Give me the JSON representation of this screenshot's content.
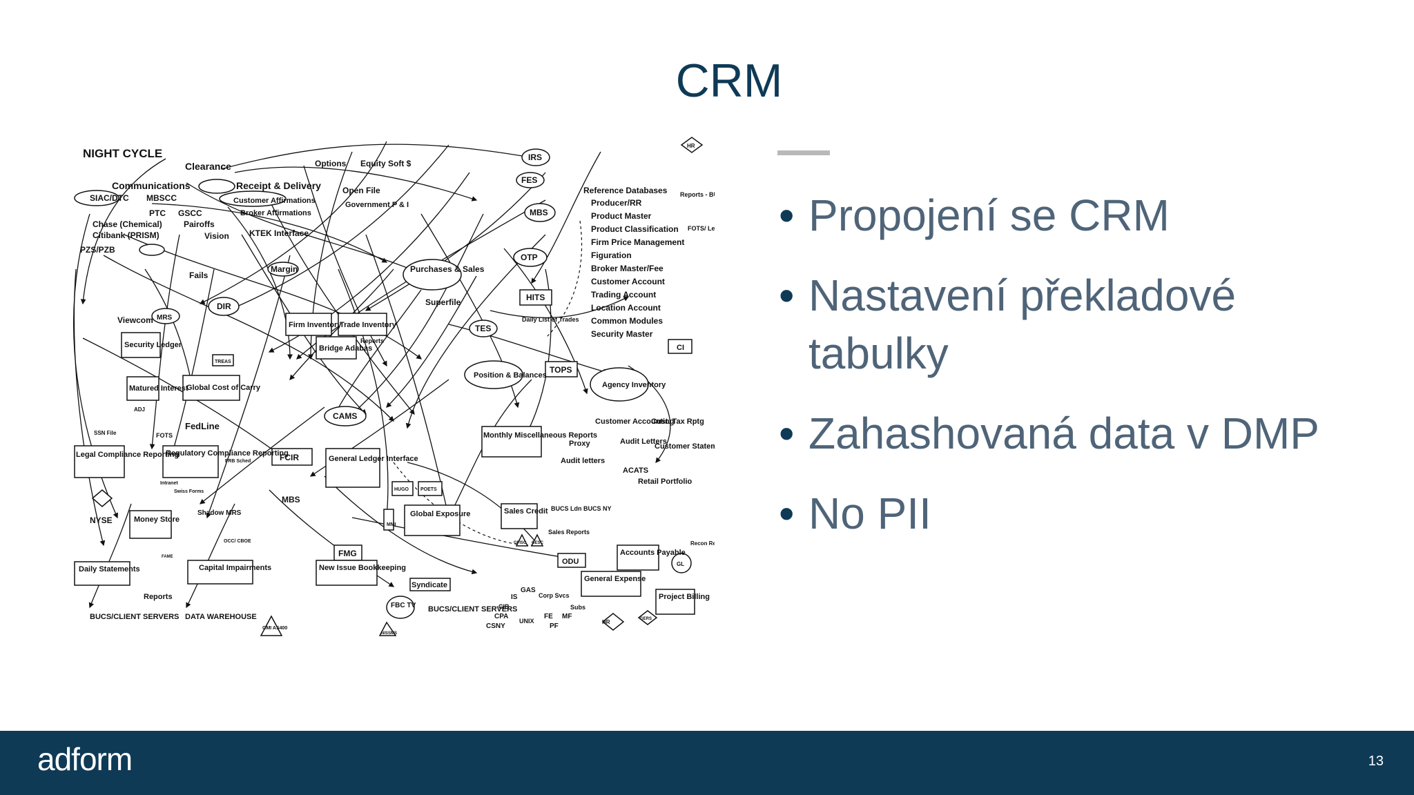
{
  "slide": {
    "title": "CRM",
    "page_number": "13"
  },
  "bullets": [
    "Propojení se CRM",
    "Nastavení překladové tabulky",
    "Zahashovaná data v DMP",
    "No PII"
  ],
  "footer": {
    "logo": "adform"
  },
  "diagram": {
    "labels": {
      "night_cycle": "NIGHT CYCLE",
      "clearance": "Clearance",
      "communications": "Communications",
      "receipt_delivery": "Receipt & Delivery",
      "customer_affirmations": "Customer Affirmations",
      "broker_affirmations": "Broker Affirmations",
      "siac_dtc": "SIAC/DTC",
      "mbscc": "MBSCC",
      "ptc": "PTC",
      "gscc": "GSCC",
      "chase": "Chase (Chemical)",
      "pairoffs": "Pairoffs",
      "citibank": "Citibank (PRISM)",
      "vision": "Vision",
      "ktek": "KTEK Interface",
      "pzs_pzb": "PZS/PZB",
      "options": "Options",
      "equity_soft": "Equity Soft $",
      "irs": "IRS",
      "fes": "FES",
      "mbs": "MBS",
      "otp": "OTP",
      "hits": "HITS",
      "open_file": "Open File",
      "government_pi": "Government P & I",
      "reference_databases": "Reference Databases",
      "producer_rr": "Producer/RR",
      "product_master": "Product Master",
      "product_classification": "Product Classification",
      "firm_price_management": "Firm Price Management",
      "figuration": "Figuration",
      "broker_master_fee": "Broker Master/Fee",
      "customer_account": "Customer Account",
      "trading_account": "Trading Account",
      "location_account": "Location Account",
      "common_modules": "Common Modules",
      "security_master": "Security Master",
      "reports_bucs": "Reports - BUCS",
      "fots_legal": "FOTS/ Legal",
      "hr": "HR",
      "ci": "CI",
      "fails": "Fails",
      "margin": "Margin",
      "purchases_sales": "Purchases & Sales",
      "superfile": "Superfile",
      "dir": "DIR",
      "viewcom": "Viewcom",
      "mrs": "MRS",
      "firm_inventory": "Firm Inventory",
      "trade_inventory": "Trade Inventory",
      "reports": "Reports",
      "bridge_adabas": "Bridge Adabas",
      "tes": "TES",
      "daily_list_of_trades": "Daily List of Trades",
      "security_ledger": "Security Ledger",
      "treas": "TREAS",
      "matured_interest": "Matured Interest",
      "global_cost_of_carry": "Global Cost of Carry",
      "position_balances": "Position & Balances",
      "tops": "TOPS",
      "agency_inventory": "Agency Inventory",
      "cams": "CAMS",
      "adj": "ADJ",
      "fots": "FOTS",
      "fedline": "FedLine",
      "ssn_file": "SSN File",
      "legal_compliance_reporting": "Legal Compliance Reporting",
      "regulatory_compliance_reporting": "Regulatory Compliance Reporting",
      "frb_sched": "FRB Sched",
      "intranet": "Intranet",
      "swiss_forms": "Swiss Forms",
      "fcir": "FCIR",
      "general_ledger_interface": "General Ledger Interface",
      "monthly_misc_reports": "Monthly Miscellaneous Reports",
      "customer_accounting": "Customer Accounting",
      "cust_tax_rptg": "Cust. Tax Rptg",
      "proxy": "Proxy",
      "audit_letters_1": "Audit Letters",
      "customer_statements": "Customer Statements",
      "audit_letters_2": "Audit letters",
      "acats": "ACATS",
      "retail_portfolio": "Retail Portfolio",
      "hugo": "HUGO",
      "poets": "POETS",
      "nyse": "NYSE",
      "money_store": "Money Store",
      "shadow_mrs": "Shadow MRS",
      "global_exposure": "Global Exposure",
      "sales_credit": "Sales Credit",
      "bucs_ldn_ny": "BUCS Ldn BUCS NY",
      "sales_reports": "Sales Reports",
      "gfisc": "GFISC",
      "gesc": "GESC",
      "fmg": "FMG",
      "mmi": "MMI",
      "daily_statements": "Daily Statements",
      "fame": "FAME",
      "occ_cboe": "OCC/ CBOE",
      "capital_impairments": "Capital Impairments",
      "new_issue_bookkeeping": "New Issue Bookkeeping",
      "syndicate": "Syndicate",
      "odu": "ODU",
      "accounts_payable": "Accounts Payable",
      "gl": "GL",
      "recon_report": "Recon Report",
      "general_expense": "General Expense",
      "project_billing": "Project Billing",
      "gers": "GERS",
      "bucs_client_servers_1": "BUCS/CLIENT SERVERS",
      "data_warehouse": "DATA WAREHOUSE",
      "gmi_as400": "GMI AS400",
      "nissms": "NISSMS",
      "fbc_tv": "FBC TV",
      "bucs_client_servers_2": "BUCS/CLIENT SERVERS",
      "is": "IS",
      "gas": "GAS",
      "corp_svcs": "Corp Svcs",
      "cib": "CIB",
      "subs": "Subs",
      "cpa": "CPA",
      "fe": "FE",
      "mf": "MF",
      "unix": "UNIX",
      "csny": "CSNY",
      "pf": "PF",
      "mbs_2": "MBS"
    }
  }
}
